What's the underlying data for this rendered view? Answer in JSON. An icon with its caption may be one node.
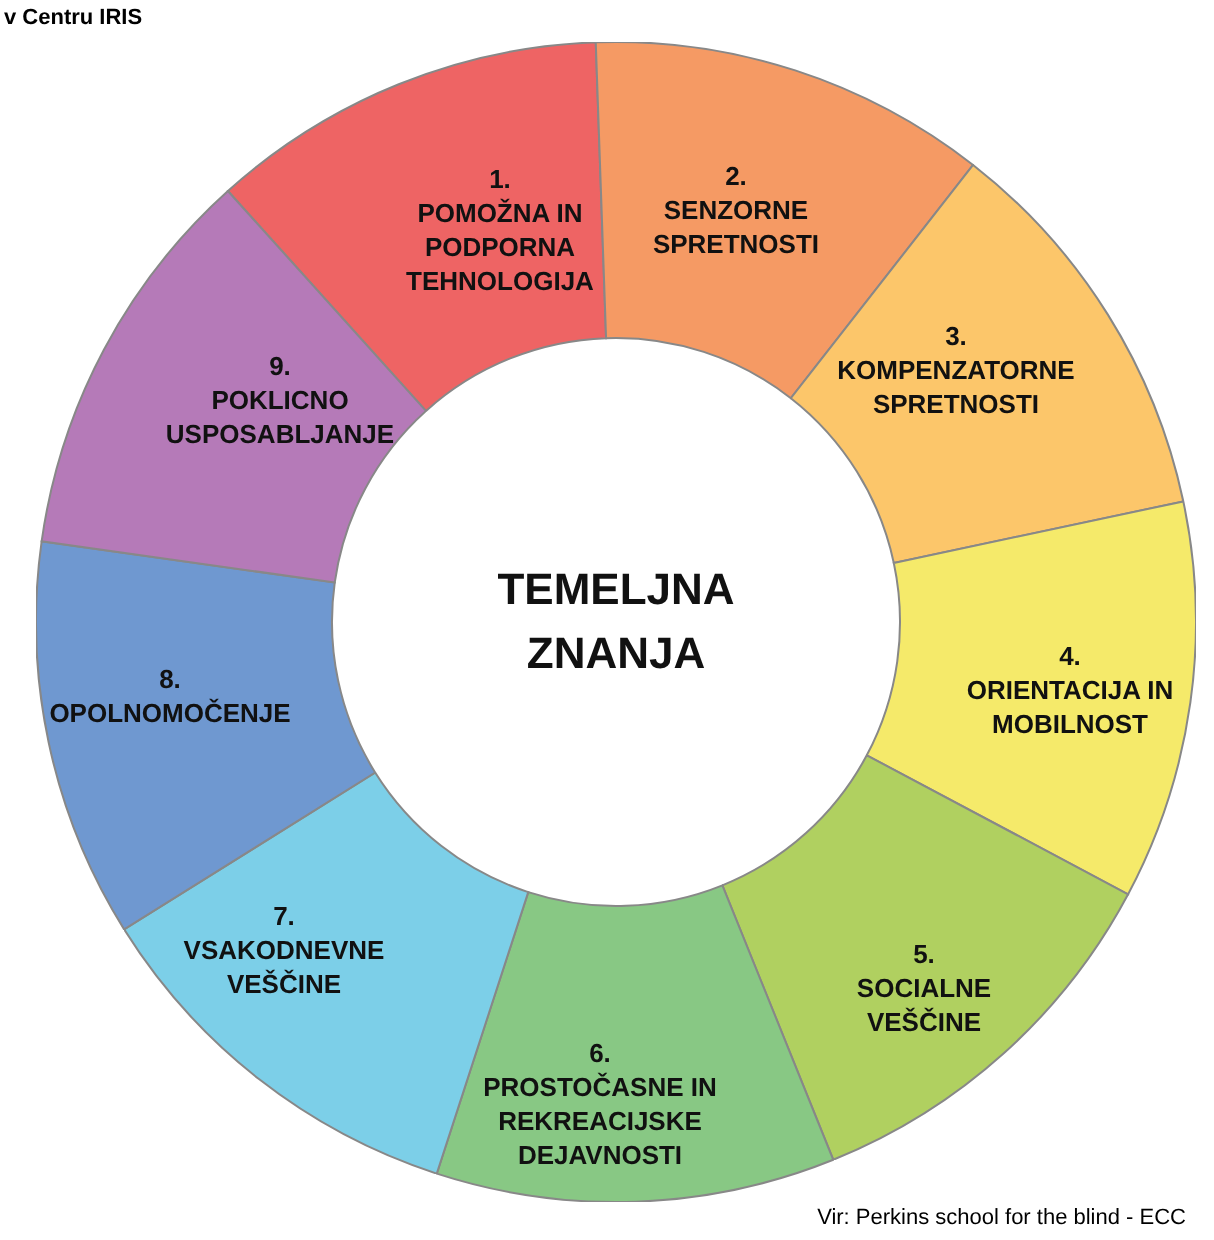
{
  "diagram": {
    "nodes": [
      {
        "text": [
          "TEMELJNA ZNANJA"
        ]
      },
      {
        "text": [
          "1.",
          "POMOŽNA IN PODPORNA TEHNOLOGIJA"
        ]
      },
      {
        "text": [
          "2.",
          "SENZORNE SPRETNOSTI"
        ]
      },
      {
        "text": [
          "3.",
          "KOMPENZATORNE SPRETNOSTI"
        ]
      },
      {
        "text": [
          "4.",
          "ORIENTACIJA IN MOBILNOST"
        ]
      },
      {
        "text": [
          "5.",
          "SOCIALNE VEŠČINE"
        ]
      },
      {
        "text": [
          "6.",
          "PROSTOČASNE IN REKREACIJSKE DEJAVNOSTI"
        ]
      },
      {
        "text": [
          "7.",
          "VSAKODNEVNE VEŠČINE"
        ]
      },
      {
        "text": [
          "8.",
          "OPOLNOMOČENJE"
        ]
      },
      {
        "text": [
          "9.",
          "POKLICNO USPOSABLJANJE"
        ]
      }
    ],
    "labels": [
      "v Centru IRIS",
      "Vir: Perkins school for the blind - ECC"
    ]
  }
}
